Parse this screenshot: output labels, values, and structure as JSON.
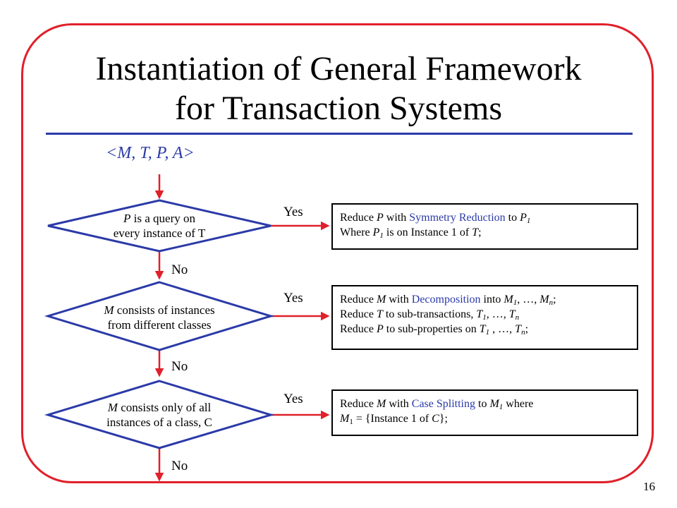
{
  "slide": {
    "title_line1": "Instantiation of General Framework",
    "title_line2": "for Transaction Systems",
    "tuple": "<M, T, P, A>",
    "page_number": "16"
  },
  "decisions": [
    {
      "var": "P",
      "line1_rest": " is a query on",
      "line2": "every instance of T"
    },
    {
      "var": "M",
      "line1_rest": " consists of instances",
      "line2": "from different classes"
    },
    {
      "var": "M",
      "line1_rest": " consists only of all",
      "line2": "instances of a class, C"
    }
  ],
  "labels": {
    "yes": "Yes",
    "no": "No"
  },
  "actions": {
    "a1": {
      "l1_reduce": "Reduce ",
      "l1_var": "P",
      "l1_with": " with ",
      "l1_technique": "Symmetry Reduction",
      "l1_to": " to ",
      "l1_target": "P",
      "l1_sub": "1",
      "l2_where": "Where ",
      "l2_var": "P",
      "l2_sub": "1",
      "l2_rest": " is on Instance 1 of ",
      "l2_t": "T",
      "l2_end": ";"
    },
    "a2": {
      "l1_reduce": "Reduce ",
      "l1_var": "M",
      "l1_with": " with ",
      "l1_technique": "Decomposition",
      "l1_into": " into ",
      "l1_m1": "M",
      "l1_sub1": "1",
      "l1_mid": ", …, ",
      "l1_mn": "M",
      "l1_subn": "n",
      "l1_end": ";",
      "l2_reduce": "Reduce ",
      "l2_var": "T",
      "l2_rest": " to sub-transactions, ",
      "l2_t1": "T",
      "l2_sub1": "1",
      "l2_mid": ", …, ",
      "l2_tn": "T",
      "l2_subn": "n",
      "l3_reduce": "Reduce ",
      "l3_var": "P",
      "l3_rest": " to sub-properties on ",
      "l3_t1": "T",
      "l3_sub1": "1",
      "l3_mid": " , …,  ",
      "l3_tn": "T",
      "l3_subn": "n",
      "l3_end": ";"
    },
    "a3": {
      "l1_reduce": "Reduce ",
      "l1_var": "M",
      "l1_with": " with ",
      "l1_technique": "Case Splitting",
      "l1_to": " to ",
      "l1_target": "M",
      "l1_sub": "1",
      "l1_where": " where",
      "l2_var": "M",
      "l2_sub": "1",
      "l2_rest": " = {Instance 1 of ",
      "l2_c": "C",
      "l2_end": "};"
    }
  },
  "colors": {
    "frame": "#e0202a",
    "arrow": "#e0202a",
    "diamond": "#2b3aa8",
    "accent": "#2b3aa8",
    "rule": "#2b3aa8"
  }
}
